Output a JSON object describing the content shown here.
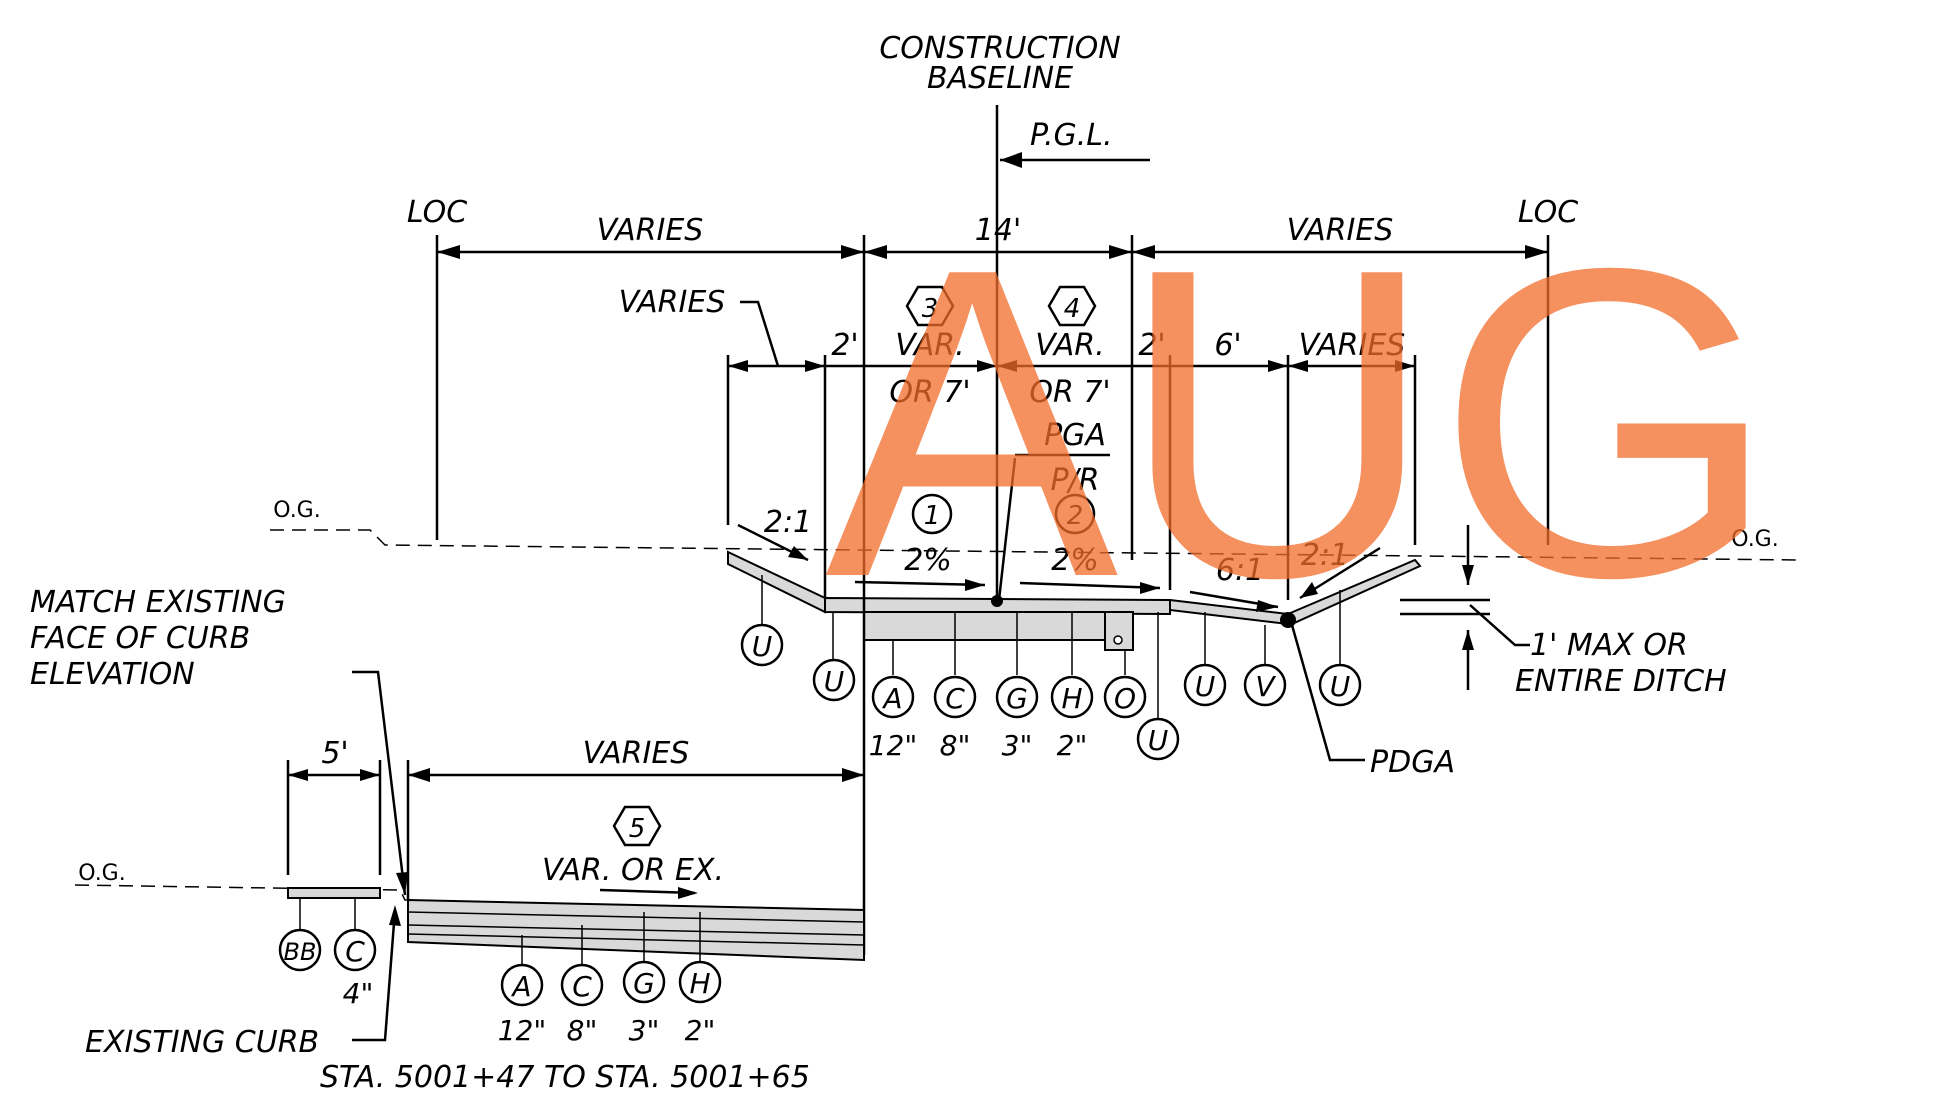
{
  "labels": {
    "construction": "CONSTRUCTION",
    "baseline": "BASELINE",
    "pgl": "P.G.L.",
    "loc_left": "LOC",
    "loc_right": "LOC",
    "varies_top_left": "VARIES",
    "dim_14": "14'",
    "varies_top_right": "VARIES",
    "varies_leader": "VARIES",
    "dim_2_left": "2'",
    "var_3": "VAR.",
    "or7_3": "OR 7'",
    "var_4": "VAR.",
    "or7_4": "OR 7'",
    "dim_2_right": "2'",
    "dim_6": "6'",
    "varies_right": "VARIES",
    "pga": "PGA",
    "pr": "P/R",
    "og_left": "O.G.",
    "og_right": "O.G.",
    "og_lower": "O.G.",
    "slope_2_1_left": "2:1",
    "slope_2pct_a": "2%",
    "slope_2pct_b": "2%",
    "slope_6_1": "6:1",
    "slope_2_1_right": "2:1",
    "match_1": "MATCH EXISTING",
    "match_2": "FACE OF CURB",
    "match_3": "ELEVATION",
    "max_1": "1' MAX OR",
    "max_2": "ENTIRE DITCH",
    "pdga": "PDGA",
    "dim_5": "5'",
    "varies_lower": "VARIES",
    "var_or_ex": "VAR. OR EX.",
    "existing_curb": "EXISTING CURB",
    "station": "STA. 5001+47 TO STA. 5001+65",
    "watermark": "AUG"
  },
  "hex_tags": [
    "3",
    "4",
    "5"
  ],
  "circle_tags": [
    "1",
    "2"
  ],
  "bubbles_upper": [
    "U",
    "U",
    "A",
    "C",
    "G",
    "H",
    "O",
    "U",
    "U",
    "V",
    "U"
  ],
  "thickness_upper": [
    "12\"",
    "8\"",
    "3\"",
    "2\""
  ],
  "bubbles_lower": [
    "BB",
    "C",
    "A",
    "C",
    "G",
    "H"
  ],
  "thickness_curb": "4\"",
  "thickness_lower": [
    "12\"",
    "8\"",
    "3\"",
    "2\""
  ],
  "colors": {
    "watermark": "#f26b2a",
    "pavement": "#d9d9d9",
    "line": "#000000"
  }
}
